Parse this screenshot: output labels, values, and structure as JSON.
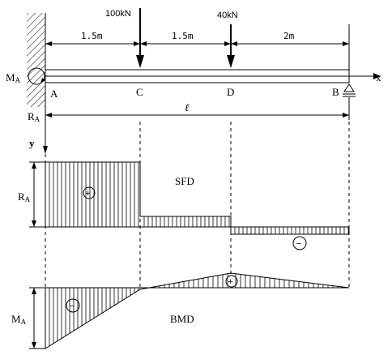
{
  "beam": {
    "loads": [
      {
        "label": "100kN"
      },
      {
        "label": "40kN"
      }
    ],
    "spans": [
      "1.5m",
      "1.5m",
      "2m"
    ],
    "points": {
      "A": "A",
      "B": "B",
      "C": "C",
      "D": "D"
    },
    "total_length_symbol": "ℓ",
    "axis_x": "x",
    "axis_y": "y",
    "moment_reaction": {
      "main": "M",
      "sub": "A"
    },
    "force_reaction": {
      "main": "R",
      "sub": "A"
    }
  },
  "sfd": {
    "title": "SFD",
    "side_label": {
      "main": "R",
      "sub": "A"
    },
    "positive_sign": "+",
    "negative_sign": "−"
  },
  "bmd": {
    "title": "BMD",
    "side_label": {
      "main": "M",
      "sub": "A"
    },
    "positive_sign": "+",
    "negative_sign": "−"
  }
}
